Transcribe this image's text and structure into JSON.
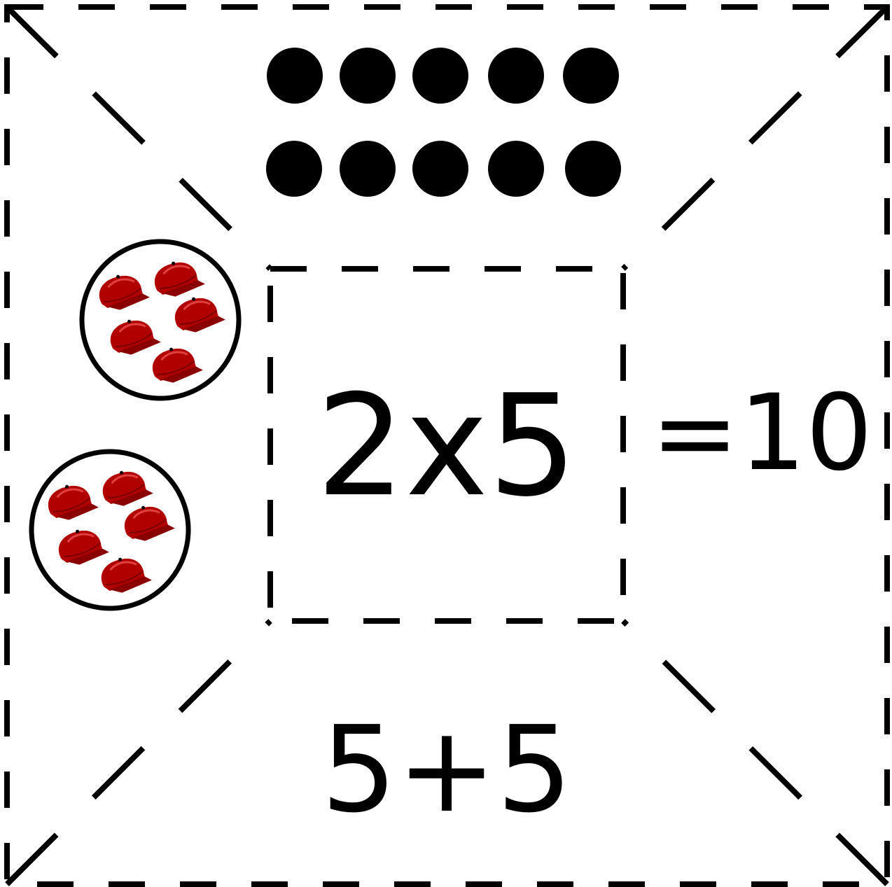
{
  "expression": {
    "multiplication": "2x5",
    "equals": "=10",
    "addition": "5+5"
  },
  "dots": {
    "rows": 2,
    "per_row": 5,
    "color": "#000000"
  },
  "cap_groups": {
    "groups": 2,
    "items_per_group": 5,
    "icon": "red-cap-icon",
    "color": "#b00000"
  }
}
